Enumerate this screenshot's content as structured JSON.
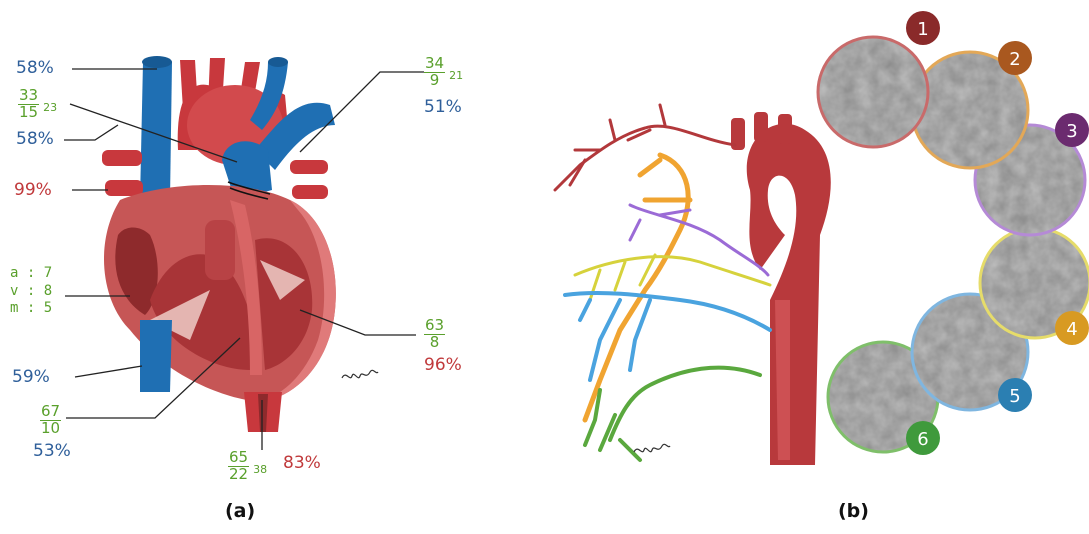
{
  "panel_a": {
    "caption": "(a)",
    "labels": {
      "svc_sat": "58%",
      "pa_frac": {
        "num": "33",
        "den": "15",
        "extra": "23"
      },
      "rpa_sat": "58%",
      "pv_sat": "99%",
      "ra_pressure": {
        "a": "a  : 7",
        "v": "v  : 8",
        "m": "m : 5"
      },
      "ivc_sat": "59%",
      "rv_frac": {
        "num": "67",
        "den": "10"
      },
      "rv_sat": "53%",
      "aorta_top_frac": {
        "num": "34",
        "den": "9",
        "extra": "21"
      },
      "aorta_top_sat": "51%",
      "lv_frac": {
        "num": "63",
        "den": "8"
      },
      "lv_sat": "96%",
      "desc_frac": {
        "num": "65",
        "den": "22",
        "extra": "38"
      },
      "desc_sat": "83%"
    },
    "colors": {
      "deoxy": "#1f6fb3",
      "oxy": "#c8383d",
      "muscle": "#c65656",
      "label_blue": "#2f5f9a",
      "label_red": "#c0393b",
      "label_green": "#5aa02c"
    }
  },
  "panel_b": {
    "caption": "(b)",
    "angiograms": [
      {
        "number": "1",
        "color": "#8a2a2a",
        "ring": "#c96a6a"
      },
      {
        "number": "2",
        "color": "#a9581f",
        "ring": "#e3a857"
      },
      {
        "number": "3",
        "color": "#6b2b6f",
        "ring": "#b58ad6"
      },
      {
        "number": "4",
        "color": "#d89a22",
        "ring": "#e6dc6a"
      },
      {
        "number": "5",
        "color": "#2b7fb2",
        "ring": "#7fb6e0"
      },
      {
        "number": "6",
        "color": "#3f9a3c",
        "ring": "#7fbf6a"
      }
    ],
    "vessel_colors": [
      "#b2383b",
      "#f0a431",
      "#9b6bd6",
      "#d6d23c",
      "#4aa3df",
      "#5aa83e"
    ]
  }
}
